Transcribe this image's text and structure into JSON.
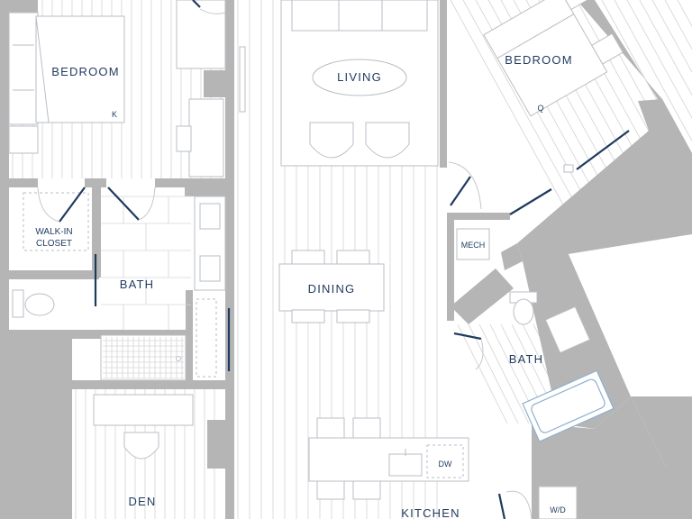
{
  "plan": {
    "colors": {
      "label": "#1f3a5f",
      "wall": "#b5b5b5",
      "fixture_stroke": "#b9bec4",
      "floor_line": "#d3d3d3",
      "door": "#1f3a5f"
    },
    "rooms": {
      "bedroom_left": "BEDROOM",
      "bed_left_size": "K",
      "walk_in_closet_line1": "WALK-IN",
      "walk_in_closet_line2": "CLOSET",
      "bath_left": "BATH",
      "living": "LIVING",
      "dining": "DINING",
      "bedroom_right": "BEDROOM",
      "bed_right_size": "Q",
      "mech": "MECH",
      "bath_right": "BATH",
      "den": "DEN",
      "kitchen": "KITCHEN",
      "dishwasher": "DW",
      "washer_dryer": "W/D"
    }
  }
}
